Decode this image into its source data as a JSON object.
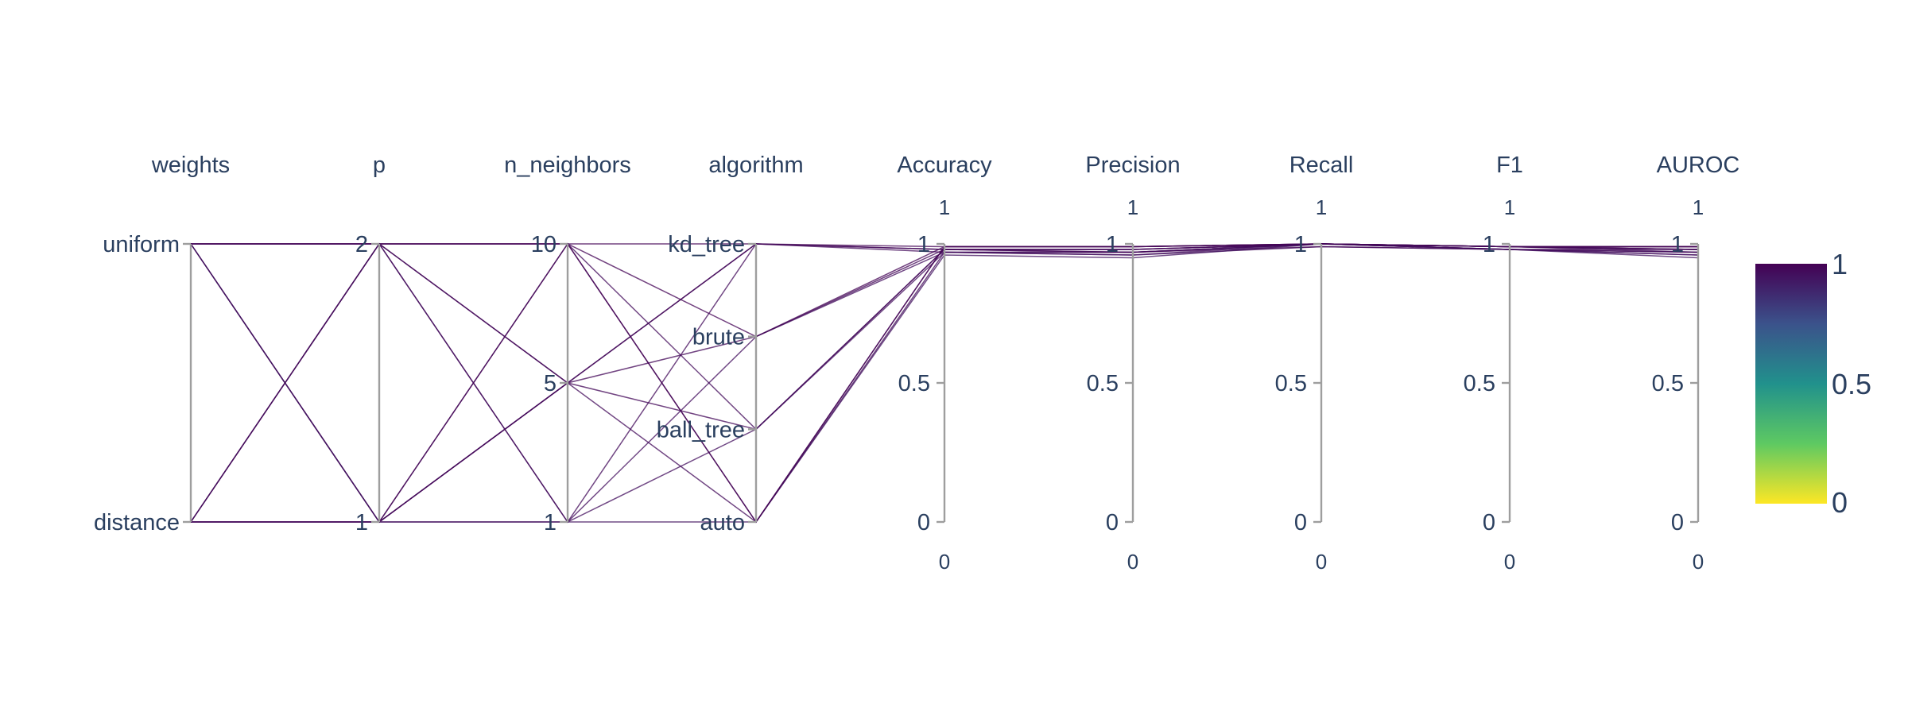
{
  "chart_data": {
    "type": "parallel_coordinates",
    "dimensions": [
      {
        "label": "weights",
        "kind": "categorical",
        "categories": [
          "distance",
          "uniform"
        ]
      },
      {
        "label": "p",
        "kind": "categorical",
        "categories": [
          "1",
          "2"
        ]
      },
      {
        "label": "n_neighbors",
        "kind": "categorical",
        "categories": [
          "1",
          "5",
          "10"
        ]
      },
      {
        "label": "algorithm",
        "kind": "categorical",
        "categories": [
          "auto",
          "ball_tree",
          "brute",
          "kd_tree"
        ]
      },
      {
        "label": "Accuracy",
        "kind": "numeric",
        "range": [
          0,
          1
        ],
        "ticks": [
          "0",
          "0.5",
          "1"
        ],
        "range_labels": [
          "0",
          "1"
        ]
      },
      {
        "label": "Precision",
        "kind": "numeric",
        "range": [
          0,
          1
        ],
        "ticks": [
          "0",
          "0.5",
          "1"
        ],
        "range_labels": [
          "0",
          "1"
        ]
      },
      {
        "label": "Recall",
        "kind": "numeric",
        "range": [
          0,
          1
        ],
        "ticks": [
          "0",
          "0.5",
          "1"
        ],
        "range_labels": [
          "0",
          "1"
        ]
      },
      {
        "label": "F1",
        "kind": "numeric",
        "range": [
          0,
          1
        ],
        "ticks": [
          "0",
          "0.5",
          "1"
        ],
        "range_labels": [
          "0",
          "1"
        ]
      },
      {
        "label": "AUROC",
        "kind": "numeric",
        "range": [
          0,
          1
        ],
        "ticks": [
          "0",
          "0.5",
          "1"
        ],
        "range_labels": [
          "0",
          "1"
        ]
      }
    ],
    "rows": [
      [
        "uniform",
        "2",
        "10",
        "kd_tree",
        0.99,
        0.99,
        1.0,
        0.99,
        0.99
      ],
      [
        "uniform",
        "2",
        "5",
        "kd_tree",
        0.98,
        0.97,
        1.0,
        0.99,
        0.98
      ],
      [
        "uniform",
        "2",
        "1",
        "brute",
        0.97,
        0.97,
        1.0,
        0.98,
        0.96
      ],
      [
        "uniform",
        "1",
        "10",
        "ball_tree",
        0.98,
        0.98,
        1.0,
        0.99,
        0.97
      ],
      [
        "uniform",
        "1",
        "5",
        "auto",
        0.97,
        0.96,
        0.99,
        0.98,
        0.97
      ],
      [
        "uniform",
        "1",
        "1",
        "auto",
        0.96,
        0.95,
        1.0,
        0.98,
        0.95
      ],
      [
        "distance",
        "2",
        "10",
        "brute",
        0.99,
        0.99,
        1.0,
        0.99,
        0.99
      ],
      [
        "distance",
        "2",
        "5",
        "ball_tree",
        0.98,
        0.98,
        1.0,
        0.99,
        0.98
      ],
      [
        "distance",
        "2",
        "1",
        "kd_tree",
        0.97,
        0.97,
        1.0,
        0.98,
        0.97
      ],
      [
        "distance",
        "1",
        "10",
        "auto",
        0.99,
        0.99,
        1.0,
        0.99,
        0.99
      ],
      [
        "distance",
        "1",
        "5",
        "brute",
        0.98,
        0.97,
        0.99,
        0.98,
        0.98
      ],
      [
        "distance",
        "1",
        "1",
        "ball_tree",
        0.97,
        0.96,
        1.0,
        0.98,
        0.96
      ],
      [
        "uniform",
        "2",
        "10",
        "auto",
        0.99,
        0.99,
        1.0,
        0.99,
        0.99
      ],
      [
        "distance",
        "1",
        "5",
        "kd_tree",
        0.98,
        0.98,
        1.0,
        0.99,
        0.98
      ]
    ],
    "color_by": "AUROC",
    "colorscale": [
      "#fde725",
      "#5ec962",
      "#21918c",
      "#3b528b",
      "#440154"
    ],
    "colorbar": {
      "ticks": [
        "0",
        "0.5",
        "1"
      ],
      "range": [
        0,
        1
      ]
    }
  }
}
